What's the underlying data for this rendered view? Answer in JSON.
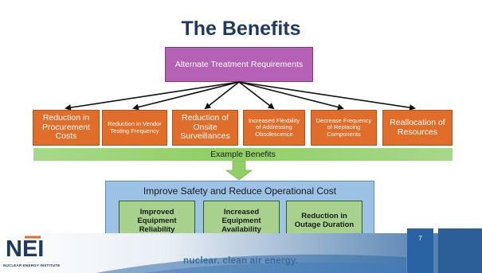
{
  "title": "The Benefits",
  "top_box": "Alternate Treatment Requirements",
  "benefits": [
    {
      "label": "Reduction in Procurement Costs",
      "size": "large"
    },
    {
      "label": "Reduction in Vendor Testing Frequency",
      "size": "small"
    },
    {
      "label": "Reduction of Onsite Surveillances",
      "size": "large"
    },
    {
      "label": "Increased Flexbility of Addressing Obsolescence",
      "size": "small"
    },
    {
      "label": "Decrease Frequency of Replacing Components",
      "size": "small"
    },
    {
      "label": "Reallocation of Resources",
      "size": "large"
    }
  ],
  "example_bar": "Example Benefits",
  "bottom_box": {
    "title": "Improve Safety and Reduce Operational Cost",
    "results": [
      "Improved Equipment Reliability",
      "Increased Equipment Availability",
      "Reduction in Outage Duration"
    ]
  },
  "footer": {
    "logo": "NEI",
    "logo_sub": "NUCLEAR ENERGY INSTITUTE",
    "tagline": "nuclear. clean air energy.",
    "page_number": "7"
  },
  "colors": {
    "title": "#1f3864",
    "purple": "#b561b5",
    "orange": "#e06d29",
    "green": "#8fcf63",
    "blue_box": "#9cc2e5",
    "result_green": "#a9d18e",
    "footer_blue": "#2c5f97"
  }
}
